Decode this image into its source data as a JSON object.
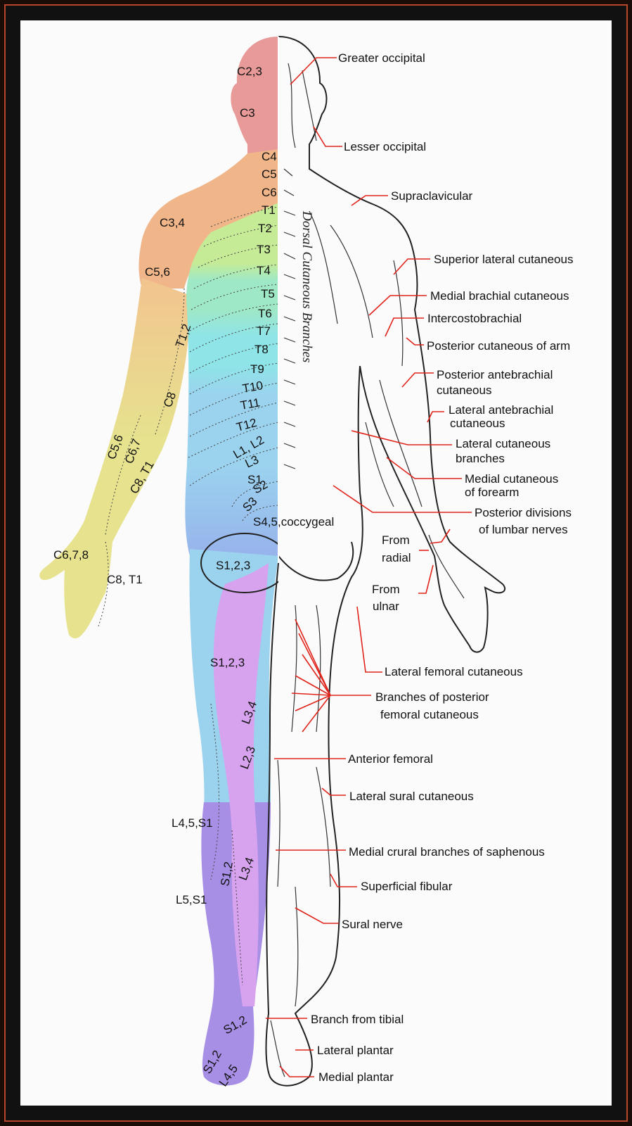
{
  "colors": {
    "head": "#e79a98",
    "neck_shoulder": "#f0b68a",
    "arm_upper": "#f2c48f",
    "arm_lower": "#e6e28e",
    "thoracic_top": "#c6eb96",
    "thoracic_mid": "#9fe8c6",
    "thoracic_low": "#8fe4e8",
    "lumbar": "#9bd2ee",
    "sacral": "#d7a3ee",
    "leg_blue": "#97b3ec",
    "leg_violet": "#a88fe6",
    "leader": "#e0241b",
    "frame": "#b8462a"
  },
  "vertical_title": "Dorsal Cutaneous Branches",
  "dermatomes": {
    "c23": "C2,3",
    "c3": "C3",
    "c4": "C4",
    "c5": "C5",
    "c6": "C6",
    "t1": "T1",
    "c34": "C3,4",
    "t2": "T2",
    "t3": "T3",
    "c56": "C5,6",
    "t4": "T4",
    "t5": "T5",
    "t6": "T6",
    "t12_arm": "T1,2",
    "t7": "T7",
    "t8": "T8",
    "t9": "T9",
    "c8": "C8",
    "t10": "T10",
    "t11": "T11",
    "c56_forearm": "C5,6",
    "c67": "C6,7",
    "t12": "T12",
    "l1l2": "L1, L2",
    "c8t1_forearm": "C8, T1",
    "l3": "L3",
    "s1": "S1",
    "s2": "S2",
    "s3": "S3",
    "s45": "S4,5,coccygeal",
    "c678": "C6,7,8",
    "s123_buttock": "S1,2,3",
    "c8t1_hand": "C8, T1",
    "s123_thigh": "S1,2,3",
    "l34_thigh": "L3,4",
    "l23": "L2,3",
    "l45s1": "L4,5,S1",
    "s12_leg": "S1,2",
    "l34_leg": "L3,4",
    "l5s1": "L5,S1",
    "s12_ankle": "S1,2",
    "s12_foot": "S1,2",
    "l45_foot": "L4,5"
  },
  "nerves": {
    "greater_occipital": "Greater occipital",
    "lesser_occipital": "Lesser occipital",
    "supraclavicular": "Supraclavicular",
    "superior_lateral_cutaneous": "Superior lateral cutaneous",
    "medial_brachial_cutaneous": "Medial brachial cutaneous",
    "intercostobrachial": "Intercostobrachial",
    "posterior_cutaneous_arm": "Posterior cutaneous of arm",
    "posterior_antebrachial_1": "Posterior antebrachial",
    "posterior_antebrachial_2": "cutaneous",
    "lateral_antebrachial_1": "Lateral antebrachial",
    "lateral_antebrachial_2": "cutaneous",
    "lateral_cutaneous_branches_1": "Lateral cutaneous",
    "lateral_cutaneous_branches_2": "branches",
    "medial_cutaneous_forearm_1": "Medial cutaneous",
    "medial_cutaneous_forearm_2": "of forearm",
    "posterior_divisions_1": "Posterior divisions",
    "posterior_divisions_2": "of lumbar nerves",
    "from_radial_1": "From",
    "from_radial_2": "radial",
    "from_ulnar_1": "From",
    "from_ulnar_2": "ulnar",
    "lateral_femoral_cutaneous": "Lateral femoral cutaneous",
    "branches_posterior_femoral_1": "Branches of posterior",
    "branches_posterior_femoral_2": "femoral cutaneous",
    "anterior_femoral": "Anterior femoral",
    "lateral_sural_cutaneous": "Lateral sural cutaneous",
    "medial_crural_saphenous": "Medial crural branches of saphenous",
    "superficial_fibular": "Superficial fibular",
    "sural_nerve": "Sural nerve",
    "branch_from_tibial": "Branch from tibial",
    "lateral_plantar": "Lateral plantar",
    "medial_plantar": "Medial plantar"
  }
}
